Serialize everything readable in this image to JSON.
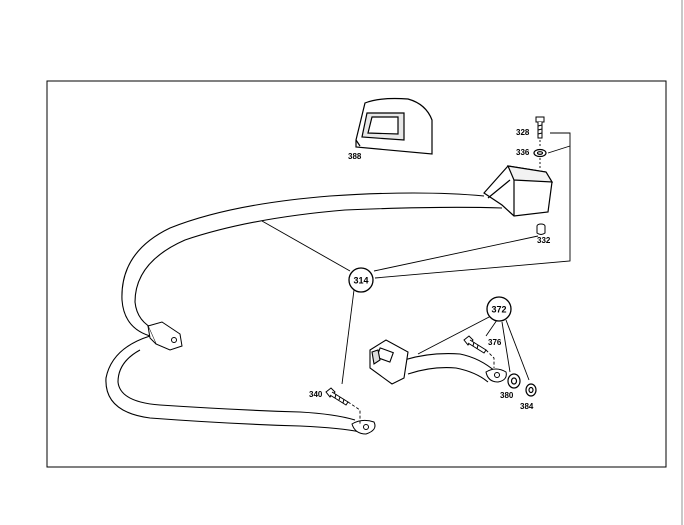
{
  "diagram": {
    "callouts": {
      "c314": "314",
      "c372": "372"
    },
    "labels": {
      "p328": "328",
      "p336": "336",
      "p332": "332",
      "p388": "388",
      "p340": "340",
      "p376": "376",
      "p380": "380",
      "p384": "384"
    }
  }
}
